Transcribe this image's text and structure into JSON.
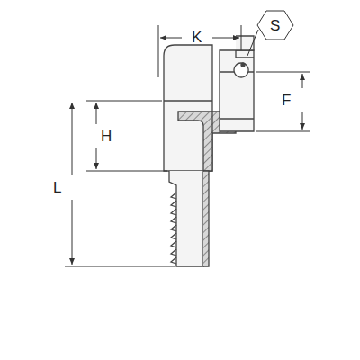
{
  "diagram": {
    "labels": [
      "K",
      "S",
      "F",
      "H",
      "L"
    ]
  }
}
